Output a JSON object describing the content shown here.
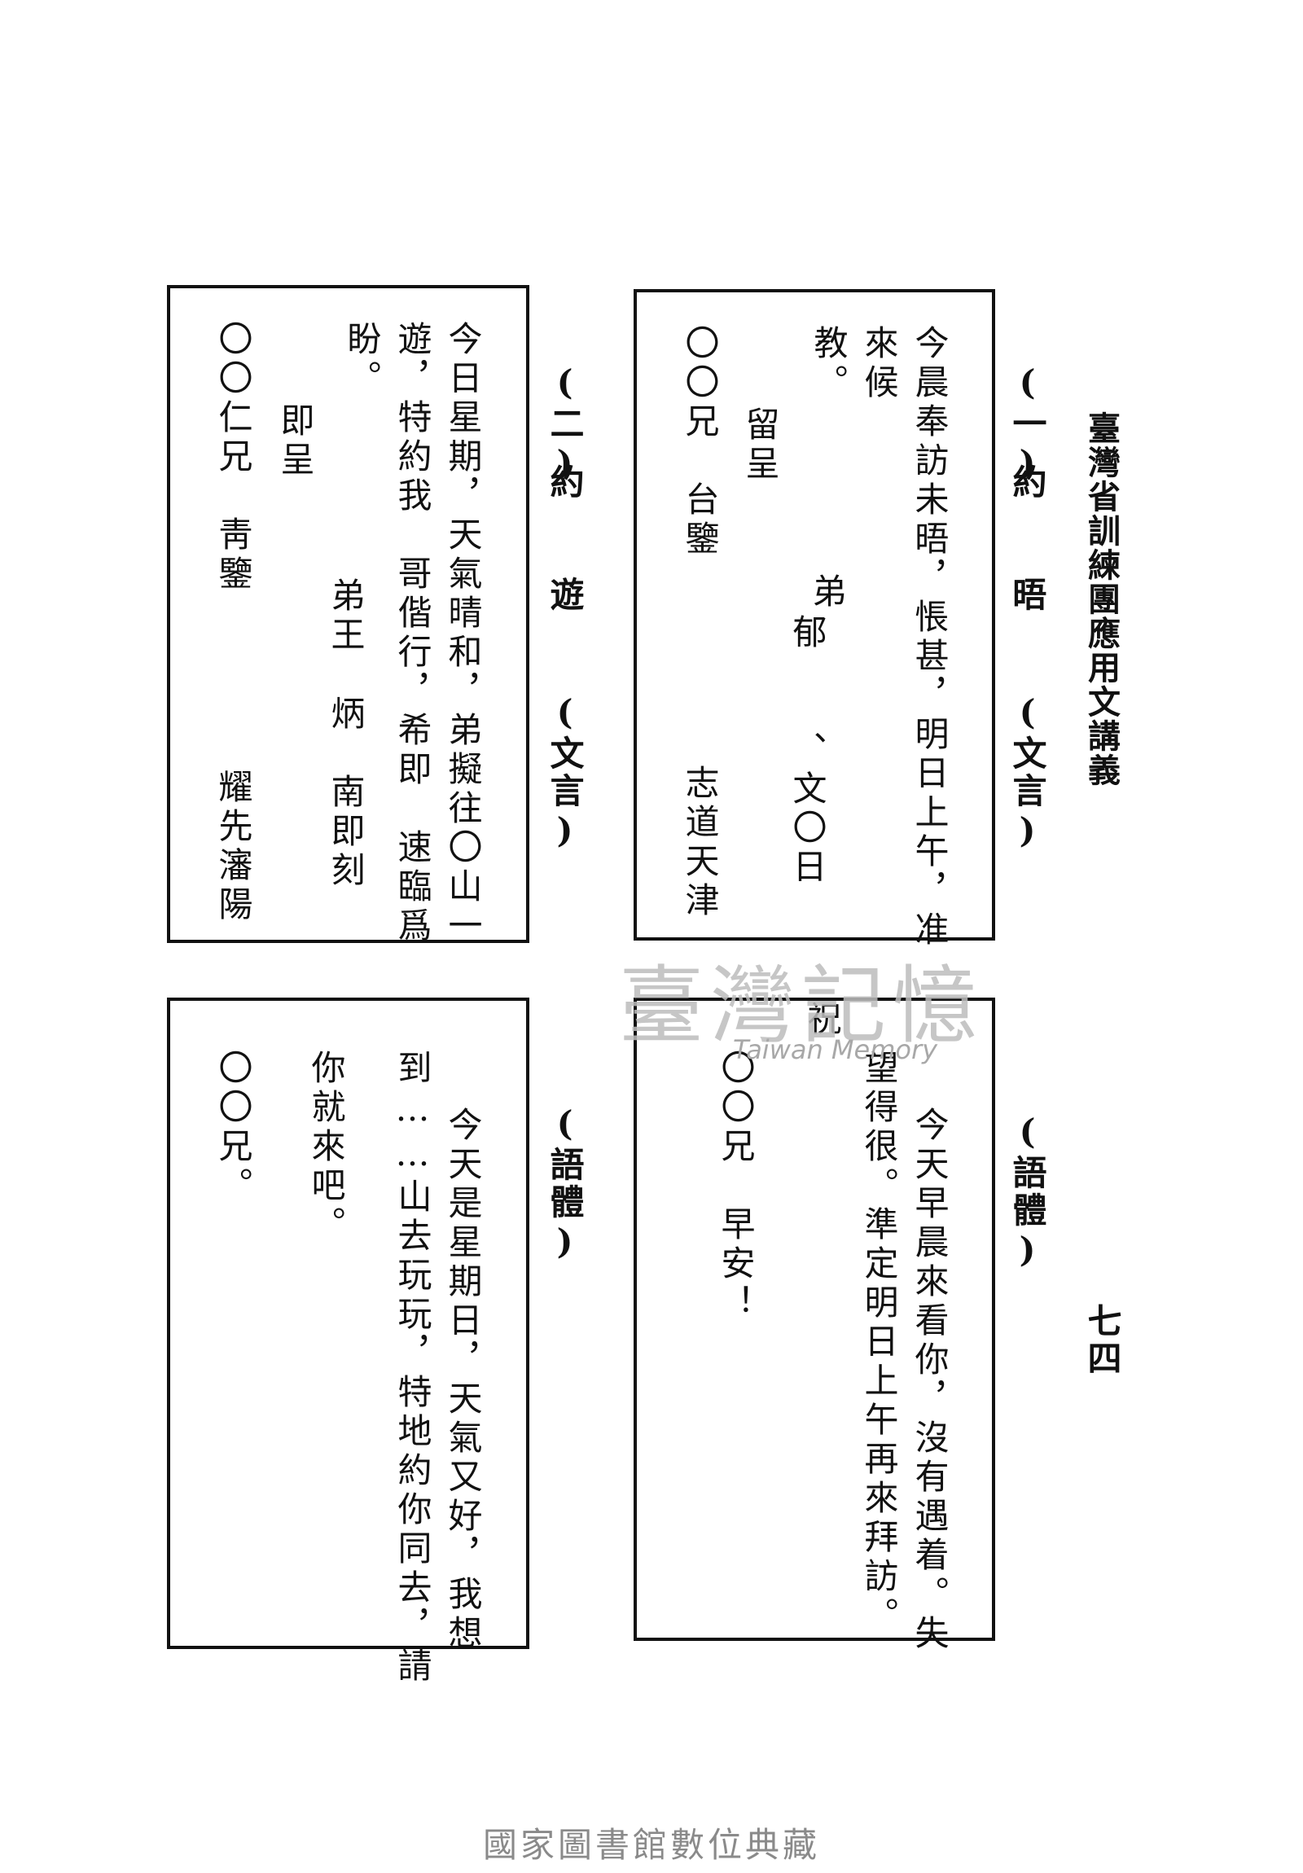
{
  "running_header": "臺灣省訓練團應用文講義",
  "page_number": "七四",
  "letter1": {
    "number": "(一)",
    "title": "約　　晤",
    "style": "(文言)",
    "body_col1": "今晨奉訪未晤，悵甚，明日上午，准",
    "body_col2": "來候",
    "body_col3": "教。",
    "note": "留呈",
    "signer_col_a": "弟",
    "signer_col_b": "郁　　、文〇日",
    "recipient": "〇〇兄　台鑒",
    "sender_name": "志道天津",
    "yuti": "(語體)",
    "yuti_col1": "今天早晨來看你，沒有遇着。失",
    "yuti_col2": "望得很。準定明日上午再來拜訪。",
    "yuti_col3": "祝",
    "yuti_col4": "〇〇兄　早安！"
  },
  "letter2": {
    "number": "(二)",
    "title": "約　　遊",
    "style": "(文言)",
    "body_col1": "今日星期，天氣晴和，弟擬往〇山一",
    "body_col2": "遊，特約我　哥偕行，希即　速臨爲",
    "body_col3": "盼。",
    "signer_a": "弟王",
    "signer_b": "炳　南即刻",
    "note": "即呈",
    "recipient": "〇〇仁兄　靑鑒",
    "sender_name": "耀先瀋陽",
    "yuti": "(語體)",
    "yuti_col1": "今天是星期日，天氣又好，我想",
    "yuti_col2": "到……山去玩玩，特地約你同去，請",
    "yuti_col3": "你就來吧。",
    "yuti_col4": "〇〇兄。"
  },
  "watermark": "臺灣記憶",
  "watermark_en": "Taiwan Memory",
  "footer": "國家圖書館數位典藏"
}
